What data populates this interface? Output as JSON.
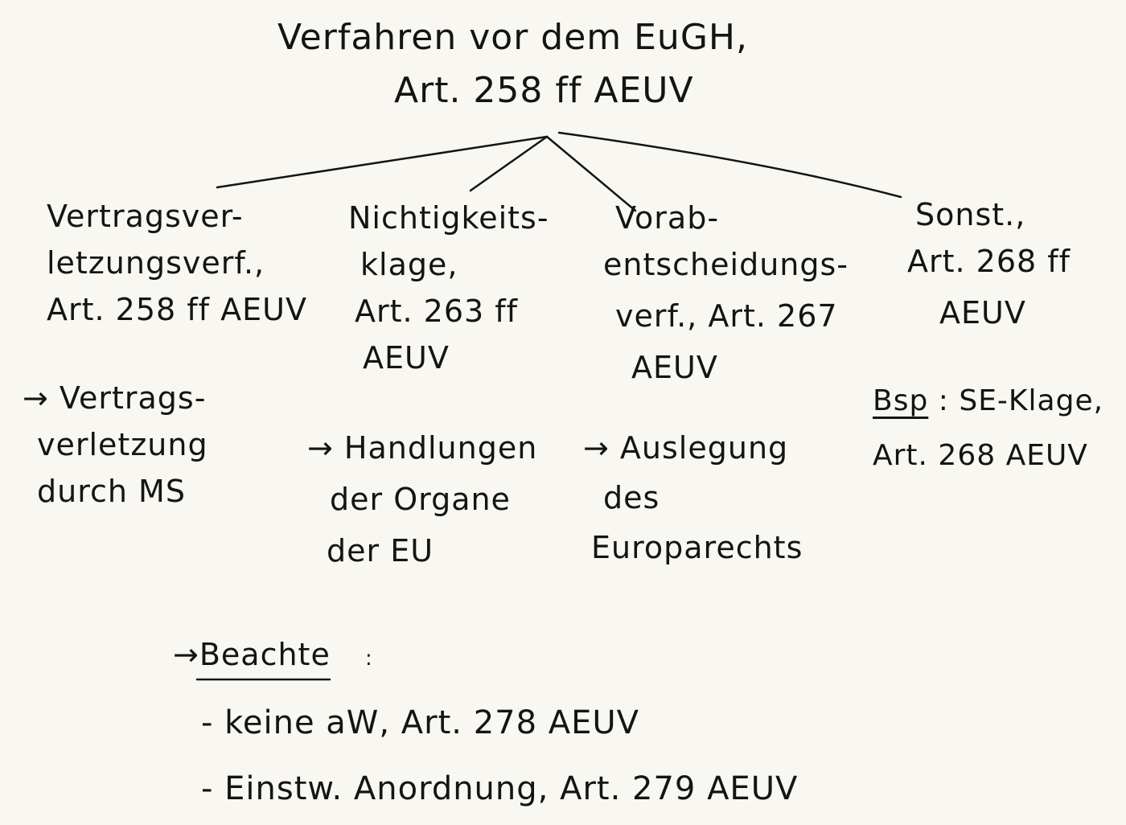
{
  "title": {
    "line1": "Verfahren vor dem EuGH,",
    "line2": "Art. 258 ff AEUV"
  },
  "branches": [
    {
      "lines": [
        "Vertragsver-",
        "letzungsverf.,",
        "Art. 258 ff AEUV"
      ],
      "detail": [
        "→ Vertrags-",
        "verletzung",
        "durch MS"
      ]
    },
    {
      "lines": [
        "Nichtigkeits-",
        "klage,",
        "Art. 263 ff",
        "AEUV"
      ],
      "detail": [
        "→ Handlungen",
        "der Organe",
        "der EU"
      ]
    },
    {
      "lines": [
        "Vorab-",
        "entscheidungs-",
        "verf., Art. 267",
        "AEUV"
      ],
      "detail": [
        "→ Auslegung",
        "des",
        "Europarechts"
      ]
    },
    {
      "lines": [
        "Sonst.,",
        "Art. 268 ff",
        "AEUV"
      ],
      "detail_label": "Bsp",
      "detail": [
        ": SE-Klage,",
        "Art. 268 AEUV"
      ]
    }
  ],
  "notes": {
    "arrow": "→",
    "heading": "Beachte",
    "colon": ":",
    "items": [
      "- keine aW, Art. 278 AEUV",
      "- Einstw. Anordnung, Art. 279 AEUV"
    ]
  }
}
